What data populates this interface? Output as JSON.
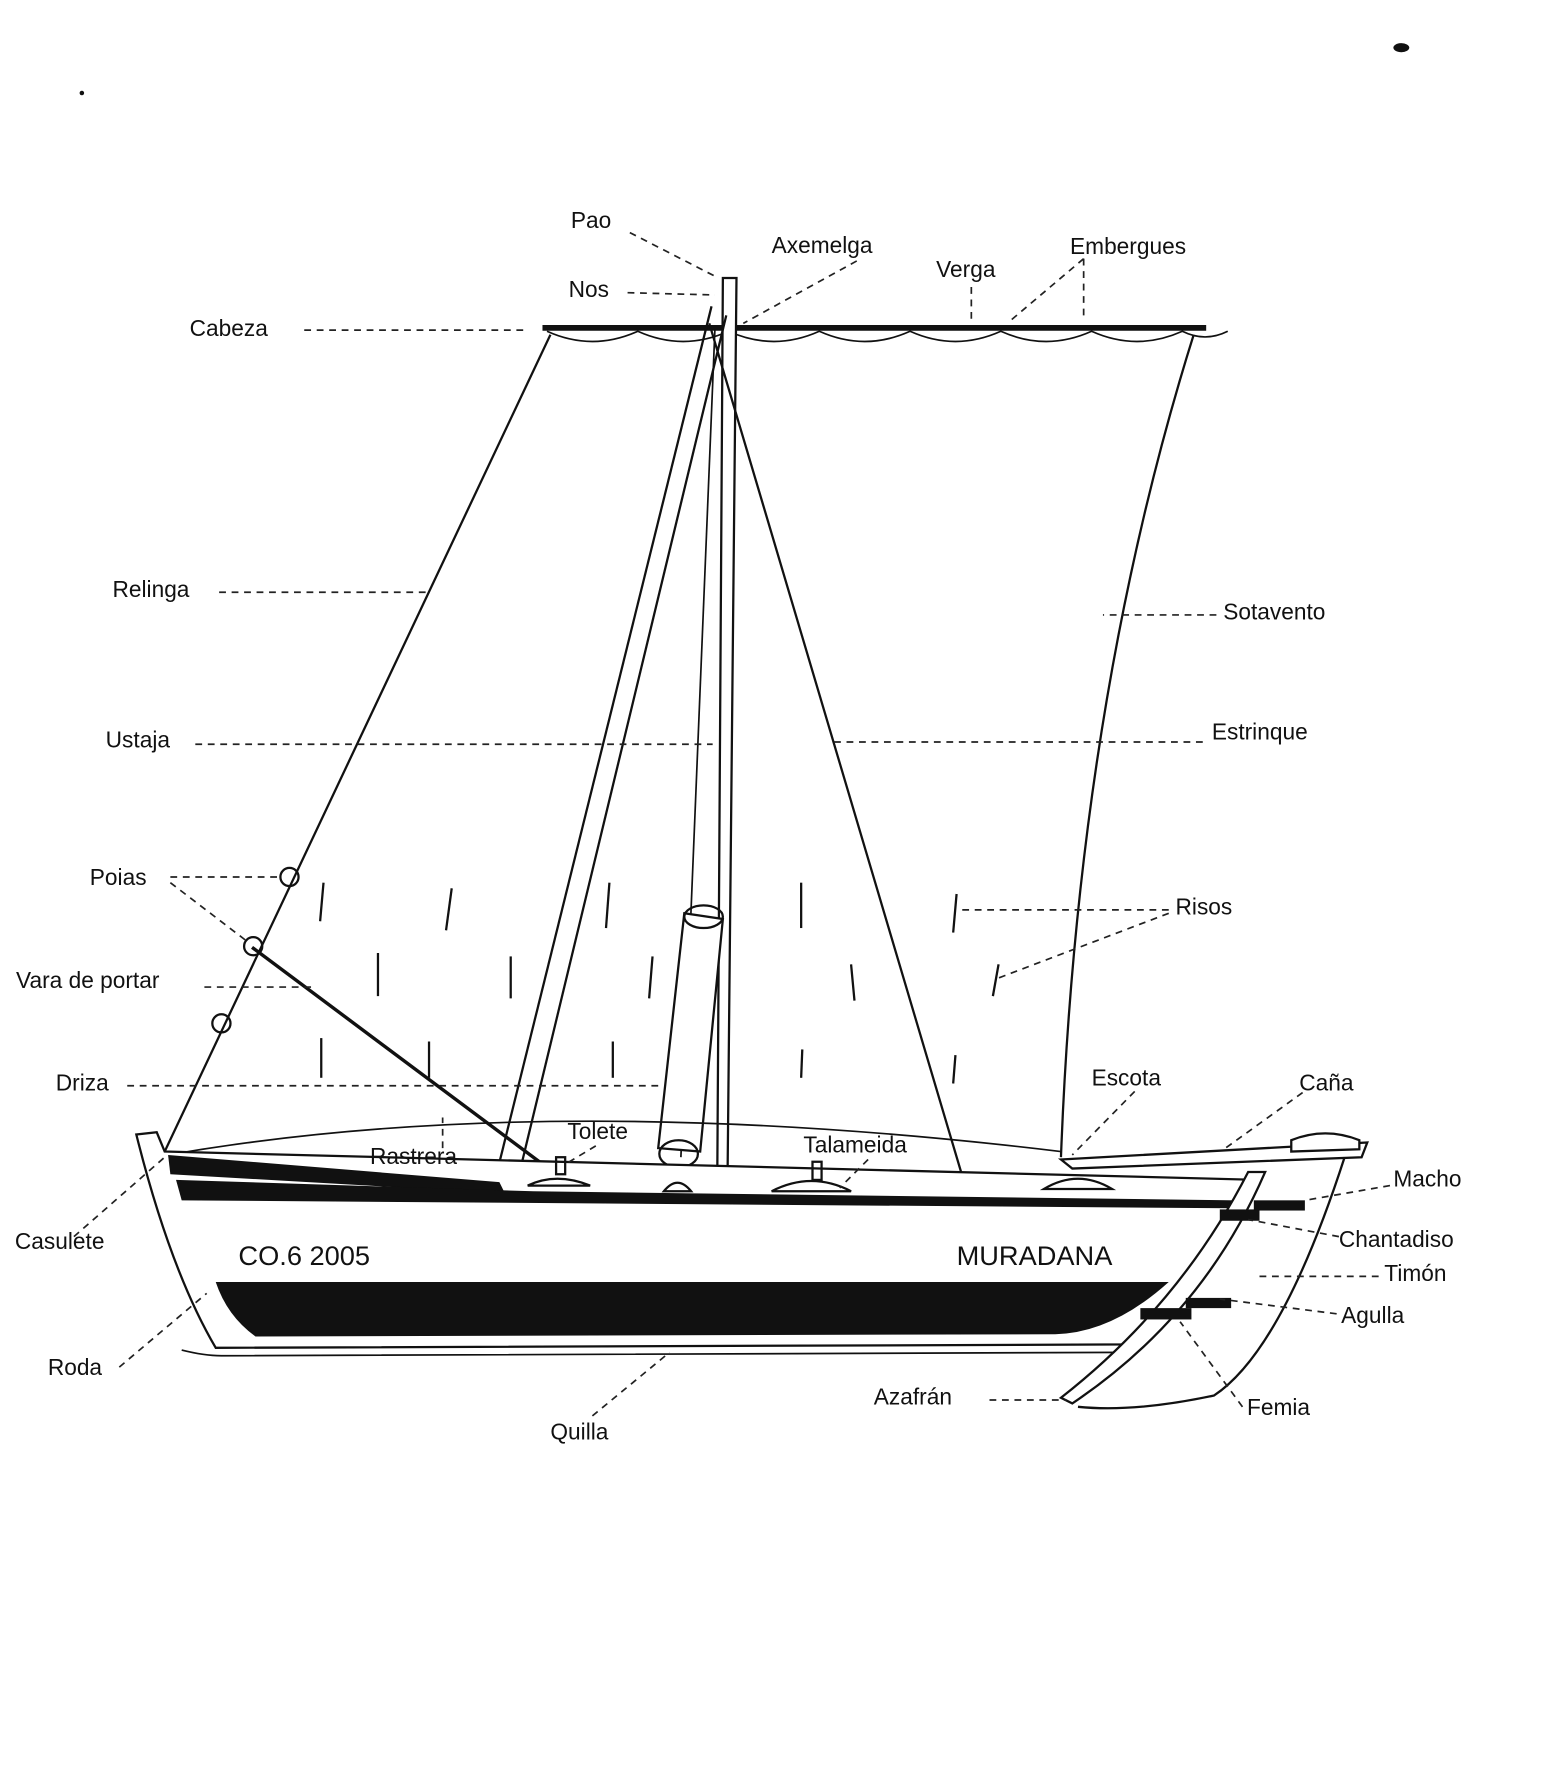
{
  "title": "Boat rigging diagram",
  "hull": {
    "registration": "CO.6 2005",
    "name": "MURADANA"
  },
  "labels": {
    "pao": "Pao",
    "axemelga": "Axemelga",
    "verga": "Verga",
    "embergues": "Embergues",
    "nos": "Nos",
    "cabeza": "Cabeza",
    "relinga": "Relinga",
    "sotavento": "Sotavento",
    "ustaja": "Ustaja",
    "estrinque": "Estrinque",
    "poias": "Poias",
    "risos": "Risos",
    "vara_de_portar": "Vara de portar",
    "driza": "Driza",
    "escota": "Escota",
    "cana": "Caña",
    "tolete": "Tolete",
    "rastrera": "Rastrera",
    "talameida": "Talameida",
    "macho": "Macho",
    "casulete": "Casulete",
    "chantadiso": "Chantadiso",
    "timon": "Timón",
    "agulla": "Agulla",
    "roda": "Roda",
    "quilla": "Quilla",
    "azafran": "Azafrán",
    "femia": "Femia"
  }
}
